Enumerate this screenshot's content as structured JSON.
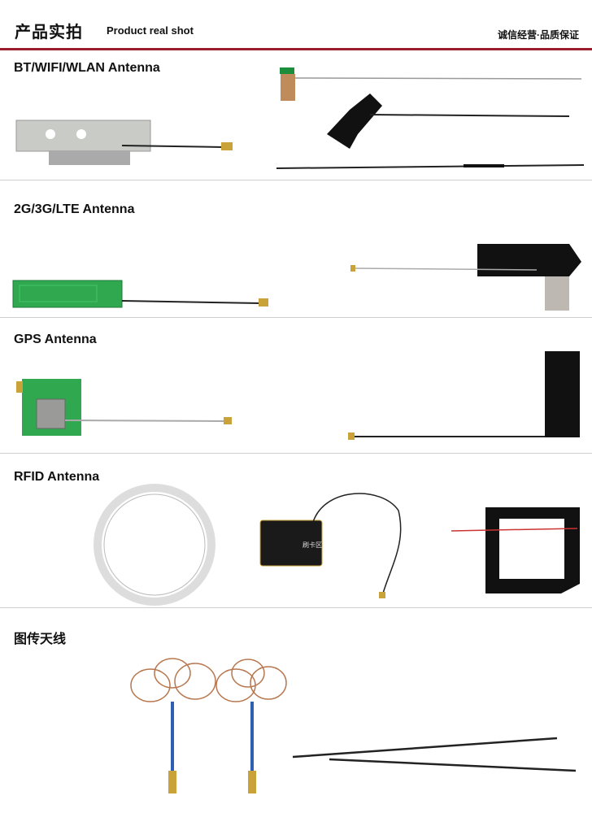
{
  "header": {
    "title_cn": "产品实拍",
    "title_en": "Product  real shot",
    "slogan": "诚信经营·品质保证"
  },
  "accent_color": "#9b1c2c",
  "sections": [
    {
      "title": "BT/WIFI/WLAN Antenna"
    },
    {
      "title": "2G/3G/LTE Antenna"
    },
    {
      "title": "GPS Antenna"
    },
    {
      "title": "RFID Antenna",
      "card_label": "刷卡区"
    },
    {
      "title": "图传天线"
    }
  ]
}
